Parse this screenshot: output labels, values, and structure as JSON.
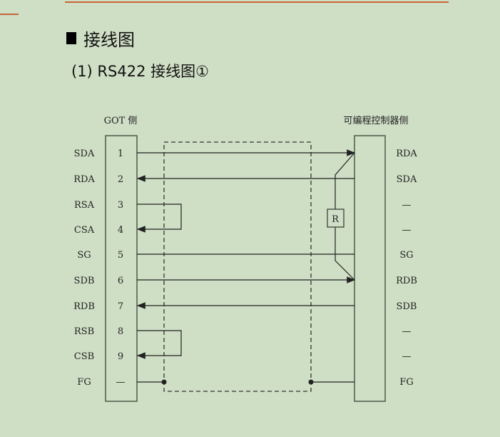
{
  "heading": "接线图",
  "subheading": "(1) RS422 接线图①",
  "diagram": {
    "left_title": "GOT 侧",
    "right_title": "可编程控制器侧",
    "resistor_label": "R",
    "left_signals": [
      "SDA",
      "RDA",
      "RSA",
      "CSA",
      "SG",
      "SDB",
      "RDB",
      "RSB",
      "CSB",
      "FG"
    ],
    "pins": [
      "1",
      "2",
      "3",
      "4",
      "5",
      "6",
      "7",
      "8",
      "9",
      "—"
    ],
    "right_signals": [
      "RDA",
      "SDA",
      "—",
      "—",
      "SG",
      "RDB",
      "SDB",
      "—",
      "—",
      "FG"
    ]
  }
}
